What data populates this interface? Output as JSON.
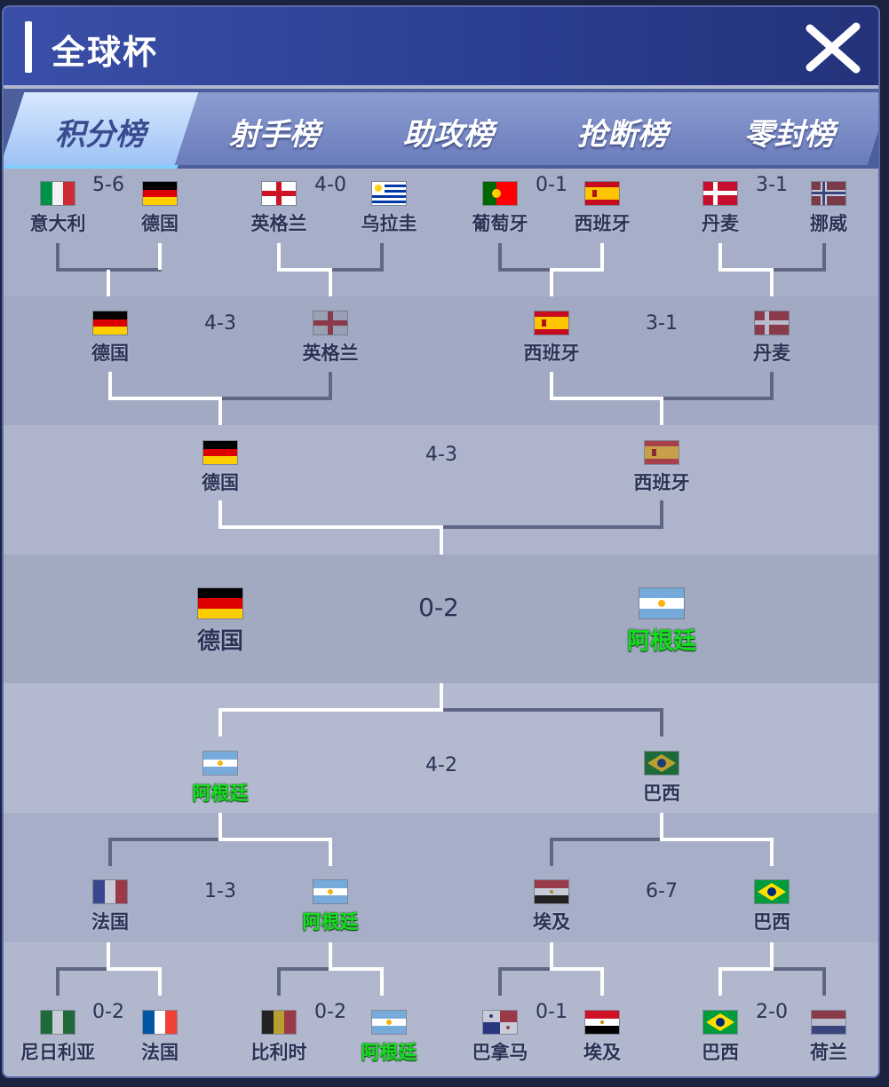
{
  "title": "全球杯",
  "tabs": [
    {
      "label": "积分榜",
      "active": true
    },
    {
      "label": "射手榜",
      "active": false
    },
    {
      "label": "助攻榜",
      "active": false
    },
    {
      "label": "抢断榜",
      "active": false
    },
    {
      "label": "零封榜",
      "active": false
    }
  ],
  "colors": {
    "winner": "#15e020",
    "accent": "#7fd0ff",
    "title_bar": "#2b3d8f"
  },
  "rounds": {
    "top_r16": [
      {
        "score": "5-6",
        "home": {
          "name": "意大利",
          "flag": "italy"
        },
        "away": {
          "name": "德国",
          "flag": "germany"
        }
      },
      {
        "score": "4-0",
        "home": {
          "name": "英格兰",
          "flag": "england"
        },
        "away": {
          "name": "乌拉圭",
          "flag": "uruguay"
        }
      },
      {
        "score": "0-1",
        "home": {
          "name": "葡萄牙",
          "flag": "portugal"
        },
        "away": {
          "name": "西班牙",
          "flag": "spain"
        }
      },
      {
        "score": "3-1",
        "home": {
          "name": "丹麦",
          "flag": "denmark"
        },
        "away": {
          "name": "挪威",
          "flag": "norway"
        }
      }
    ],
    "top_qf": [
      {
        "score": "4-3",
        "home": {
          "name": "德国",
          "flag": "germany"
        },
        "away": {
          "name": "英格兰",
          "flag": "england"
        }
      },
      {
        "score": "3-1",
        "home": {
          "name": "西班牙",
          "flag": "spain"
        },
        "away": {
          "name": "丹麦",
          "flag": "denmark"
        }
      }
    ],
    "top_sf": {
      "score": "4-3",
      "home": {
        "name": "德国",
        "flag": "germany"
      },
      "away": {
        "name": "西班牙",
        "flag": "spain"
      }
    },
    "final": {
      "score": "0-2",
      "home": {
        "name": "德国",
        "flag": "germany"
      },
      "away": {
        "name": "阿根廷",
        "flag": "argentina",
        "winner": true
      }
    },
    "bottom_sf": {
      "score": "4-2",
      "home": {
        "name": "阿根廷",
        "flag": "argentina",
        "winner": true
      },
      "away": {
        "name": "巴西",
        "flag": "brazil"
      }
    },
    "bottom_qf": [
      {
        "score": "1-3",
        "home": {
          "name": "法国",
          "flag": "france"
        },
        "away": {
          "name": "阿根廷",
          "flag": "argentina",
          "winner": true
        }
      },
      {
        "score": "6-7",
        "home": {
          "name": "埃及",
          "flag": "egypt"
        },
        "away": {
          "name": "巴西",
          "flag": "brazil"
        }
      }
    ],
    "bottom_r16": [
      {
        "score": "0-2",
        "home": {
          "name": "尼日利亚",
          "flag": "nigeria"
        },
        "away": {
          "name": "法国",
          "flag": "france"
        }
      },
      {
        "score": "0-2",
        "home": {
          "name": "比利时",
          "flag": "belgium"
        },
        "away": {
          "name": "阿根廷",
          "flag": "argentina",
          "winner": true
        }
      },
      {
        "score": "0-1",
        "home": {
          "name": "巴拿马",
          "flag": "panama"
        },
        "away": {
          "name": "埃及",
          "flag": "egypt"
        }
      },
      {
        "score": "2-0",
        "home": {
          "name": "巴西",
          "flag": "brazil"
        },
        "away": {
          "name": "荷兰",
          "flag": "netherlands"
        }
      }
    ]
  }
}
